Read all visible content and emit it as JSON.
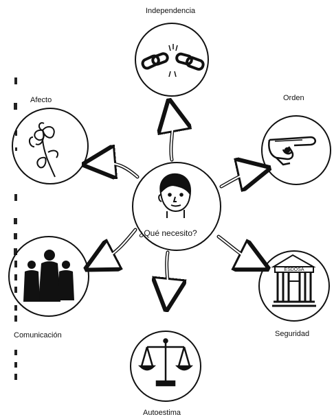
{
  "center": {
    "label": "¿Qué necesito?"
  },
  "nodes": [
    {
      "id": "independencia",
      "label": "Independencia",
      "icon": "broken-chain-icon"
    },
    {
      "id": "orden",
      "label": "Orden",
      "icon": "pointing-hand-icon"
    },
    {
      "id": "seguridad",
      "label": "Seguridad",
      "icon": "bank-building-icon"
    },
    {
      "id": "autoestima",
      "label": "Autoestima",
      "icon": "balance-scale-icon"
    },
    {
      "id": "comunicacion",
      "label": "Comunicación",
      "icon": "people-group-icon"
    },
    {
      "id": "afecto",
      "label": "Afecto",
      "icon": "flower-icon"
    }
  ],
  "bank_sign": "ESDOSA",
  "colors": {
    "ink": "#111111",
    "background": "#ffffff"
  }
}
